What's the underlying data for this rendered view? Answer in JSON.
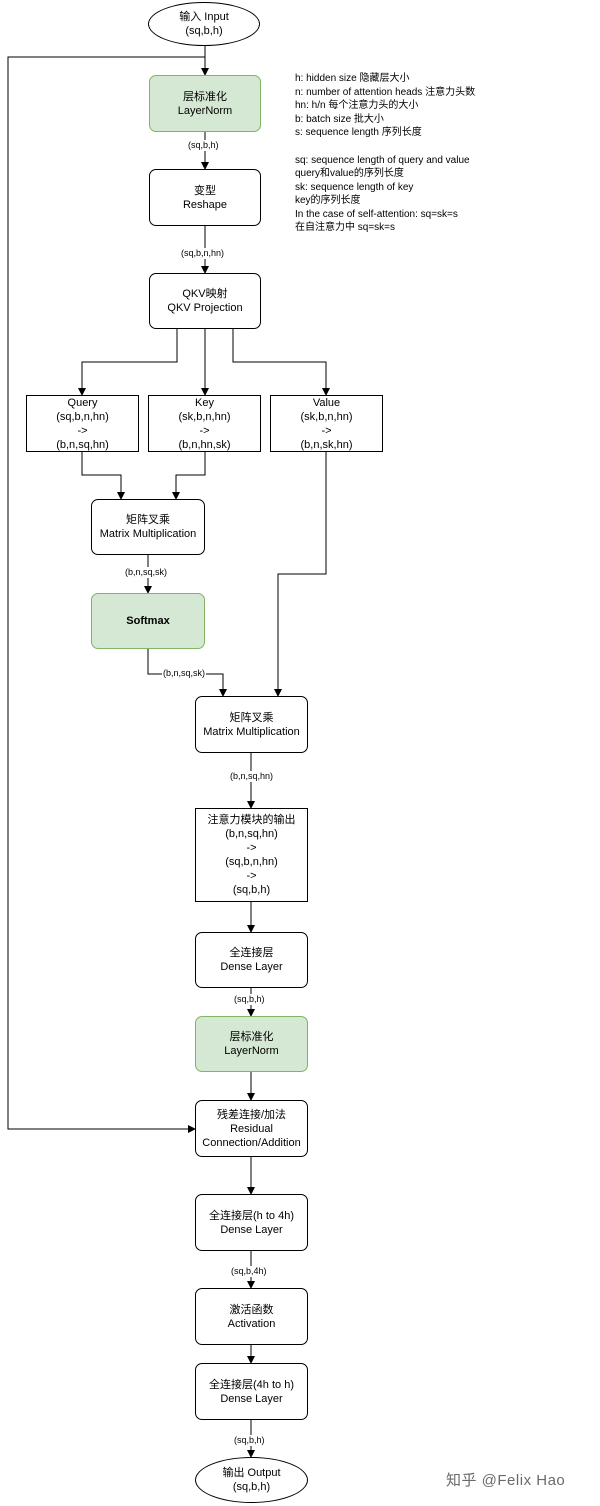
{
  "nodes": {
    "input": [
      "输入 Input",
      "(sq,b,h)"
    ],
    "layernorm1": [
      "层标准化",
      "LayerNorm"
    ],
    "reshape": [
      "变型",
      "Reshape"
    ],
    "qkv": [
      "QKV映射",
      "QKV Projection"
    ],
    "query": [
      "Query",
      "(sq,b,n,hn)",
      "->",
      "(b,n,sq,hn)"
    ],
    "key": [
      "Key",
      "(sk,b,n,hn)",
      "->",
      "(b,n,hn,sk)"
    ],
    "value": [
      "Value",
      "(sk,b,n,hn)",
      "->",
      "(b,n,sk,hn)"
    ],
    "matmul1": [
      "矩阵叉乘",
      "Matrix Multiplication"
    ],
    "softmax": [
      "Softmax"
    ],
    "matmul2": [
      "矩阵叉乘",
      "Matrix Multiplication"
    ],
    "attn_out": [
      "注意力模块的输出",
      "(b,n,sq,hn)",
      "->",
      "(sq,b,n,hn)",
      "->",
      "(sq,b,h)"
    ],
    "dense1": [
      "全连接层",
      "Dense Layer"
    ],
    "layernorm2": [
      "层标准化",
      "LayerNorm"
    ],
    "residual": [
      "残差连接/加法",
      "Residual",
      "Connection/Addition"
    ],
    "dense_h4h": [
      "全连接层(h to 4h)",
      "Dense Layer"
    ],
    "activation": [
      "激活函数",
      "Activation"
    ],
    "dense_4hh": [
      "全连接层(4h to h)",
      "Dense Layer"
    ],
    "output": [
      "输出 Output",
      "(sq,b,h)"
    ]
  },
  "edge_labels": {
    "after_layernorm1": "(sq,b,h)",
    "after_reshape": "(sq,b,n,hn)",
    "after_matmul1": "(b,n,sq,sk)",
    "after_softmax": "(b,n,sq,sk)",
    "after_matmul2": "(b,n,sq,hn)",
    "after_dense1": "(sq,b,h)",
    "after_dense_h4h": "(sq,b,4h)",
    "after_dense_4hh": "(sq,b,h)"
  },
  "notes": [
    "h: hidden size 隐藏层大小",
    "n: number of attention heads 注意力头数",
    "hn: h/n 每个注意力头的大小",
    "b: batch size 批大小",
    "s: sequence length 序列长度",
    "",
    "sq: sequence length of query and value",
    "query和value的序列长度",
    "sk: sequence length of key",
    "key的序列长度",
    "In the case of self-attention: sq=sk=s",
    "在自注意力中 sq=sk=s"
  ],
  "watermark": "知乎 @Felix Hao",
  "colors": {
    "green_fill": "#d5e8d4",
    "green_stroke": "#82b366",
    "line": "#000000"
  }
}
